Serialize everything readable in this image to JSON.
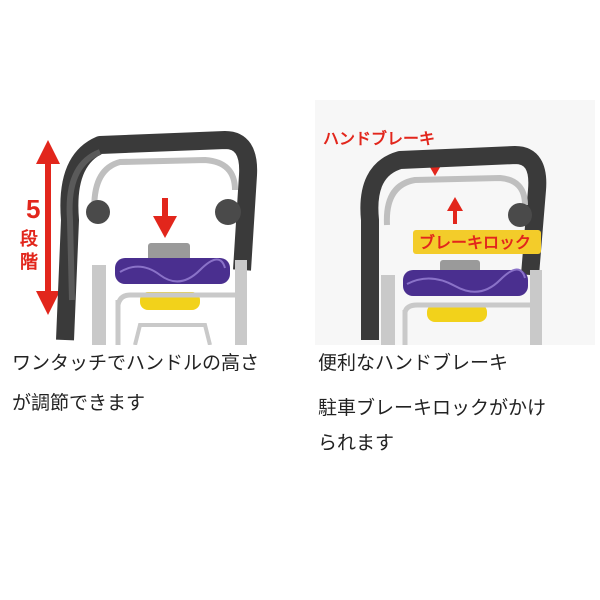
{
  "left": {
    "height_label_number": "5",
    "height_label_chars": [
      "段",
      "階"
    ],
    "caption_line1": "ワンタッチでハンドルの高さ",
    "caption_line2": "が調節できます"
  },
  "right": {
    "label_hand_brake": "ハンドブレーキ",
    "label_brake_lock": "ブレーキロック",
    "caption_line1": "便利なハンドブレーキ",
    "caption_line2": "駐車ブレーキロックがかけ",
    "caption_line3": "られます"
  },
  "colors": {
    "accent_red": "#e2261c",
    "lock_label_yellow": "#f3cc2a",
    "grip_purple": "#4a2f8f",
    "grip_yellow": "#f2d21b",
    "frame_dark": "#3a3a3a",
    "frame_silver": "#c9c9c9"
  }
}
